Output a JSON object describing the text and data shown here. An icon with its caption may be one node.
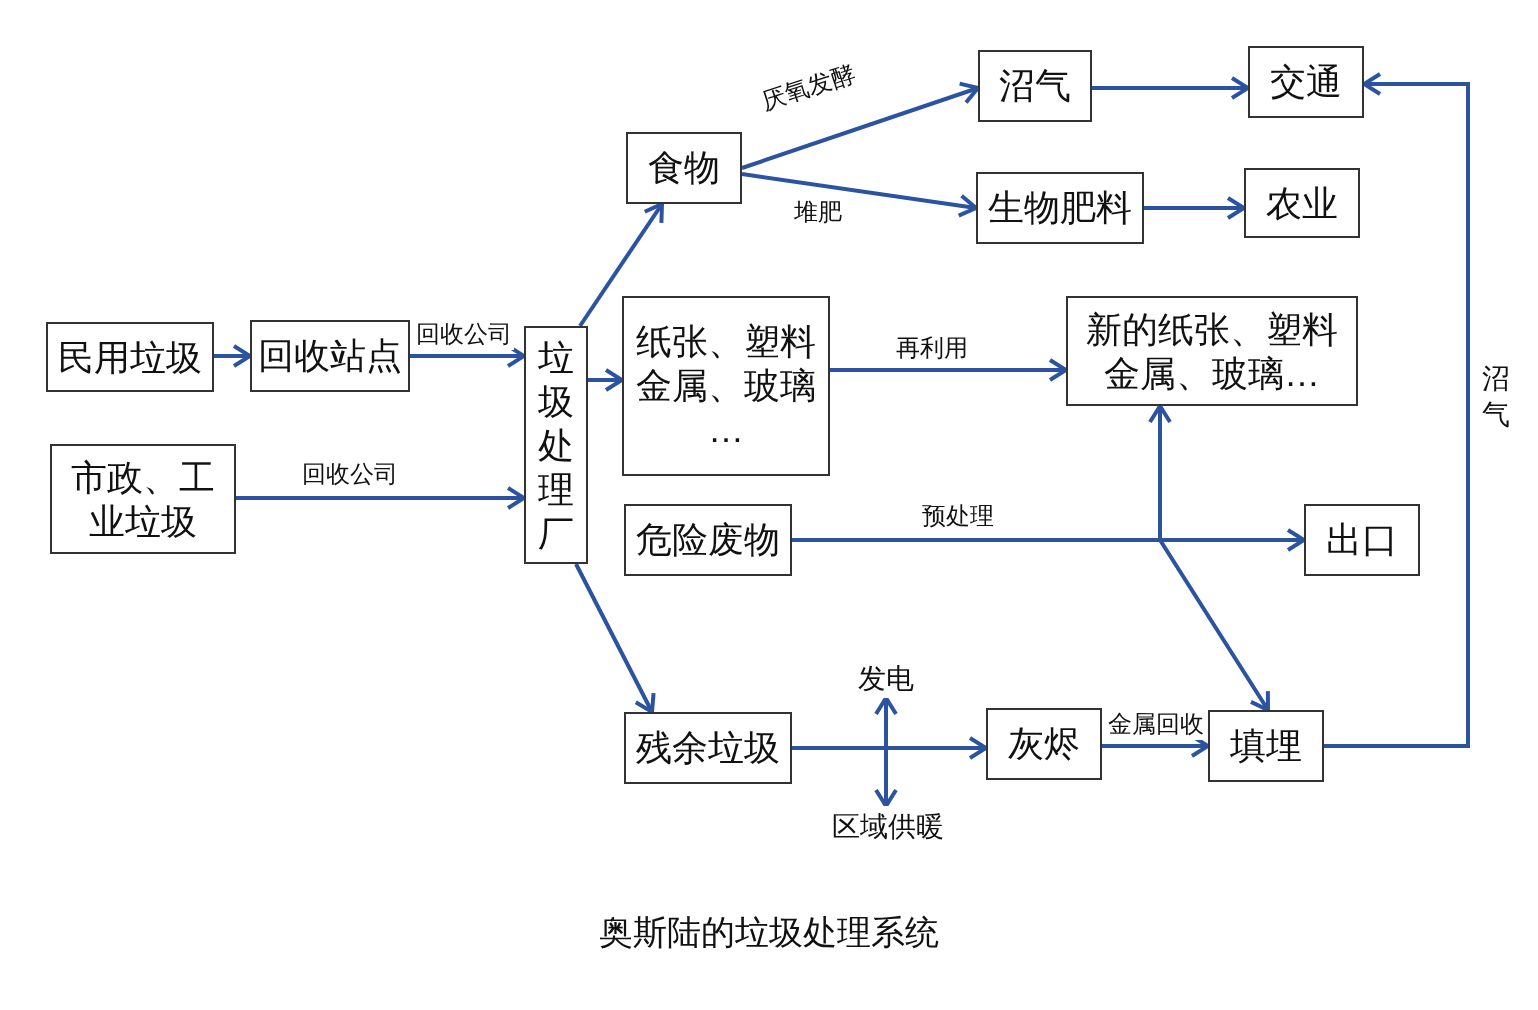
{
  "diagram": {
    "title": "奥斯陆的垃圾处理系统",
    "nodes": [
      {
        "text": [
          "民用垃圾"
        ]
      },
      {
        "text": [
          "回收站点"
        ]
      },
      {
        "text": [
          "市政、工业垃圾"
        ]
      },
      {
        "text": [
          "垃圾处理厂"
        ]
      },
      {
        "text": [
          "食物"
        ]
      },
      {
        "text": [
          "沼气"
        ]
      },
      {
        "text": [
          "交通"
        ]
      },
      {
        "text": [
          "生物肥料"
        ]
      },
      {
        "text": [
          "农业"
        ]
      },
      {
        "text": [
          "纸张、塑料金属、玻璃…"
        ]
      },
      {
        "text": [
          "新的纸张、塑料金属、玻璃…"
        ]
      },
      {
        "text": [
          "危险废物"
        ]
      },
      {
        "text": [
          "出口"
        ]
      },
      {
        "text": [
          "残余垃圾"
        ]
      },
      {
        "text": [
          "灰烬"
        ]
      },
      {
        "text": [
          "填埋"
        ]
      },
      {
        "text": [
          "发电"
        ]
      },
      {
        "text": [
          "区域供暖"
        ]
      }
    ],
    "edges": [
      {
        "from": 0,
        "to": 1,
        "arrow": "to"
      },
      {
        "from": 1,
        "to": 3,
        "arrow": "to",
        "label": "回收公司"
      },
      {
        "from": 2,
        "to": 3,
        "arrow": "to",
        "label": "回收公司"
      },
      {
        "from": 3,
        "to": 4,
        "arrow": "to"
      },
      {
        "from": 3,
        "to": 9,
        "arrow": "to"
      },
      {
        "from": 3,
        "to": 13,
        "arrow": "to"
      },
      {
        "from": 4,
        "to": 5,
        "arrow": "to",
        "label": "厌氧发酵"
      },
      {
        "from": 4,
        "to": 7,
        "arrow": "to",
        "label": "堆肥"
      },
      {
        "from": 5,
        "to": 6,
        "arrow": "to"
      },
      {
        "from": 7,
        "to": 8,
        "arrow": "to"
      },
      {
        "from": 9,
        "to": 10,
        "arrow": "to",
        "label": "再利用"
      },
      {
        "from": 11,
        "to": 12,
        "arrow": "to",
        "label": "预处理"
      },
      {
        "from": 11,
        "to": 10,
        "arrow": "to"
      },
      {
        "from": 11,
        "to": 15,
        "arrow": "to"
      },
      {
        "from": 13,
        "to": 14,
        "arrow": "to"
      },
      {
        "from": 13,
        "to": 16,
        "arrow": "to"
      },
      {
        "from": 13,
        "to": 17,
        "arrow": "to"
      },
      {
        "from": 14,
        "to": 15,
        "arrow": "to",
        "label": "金属回收"
      },
      {
        "from": 15,
        "to": 6,
        "arrow": "to",
        "label": "沼气"
      }
    ]
  }
}
